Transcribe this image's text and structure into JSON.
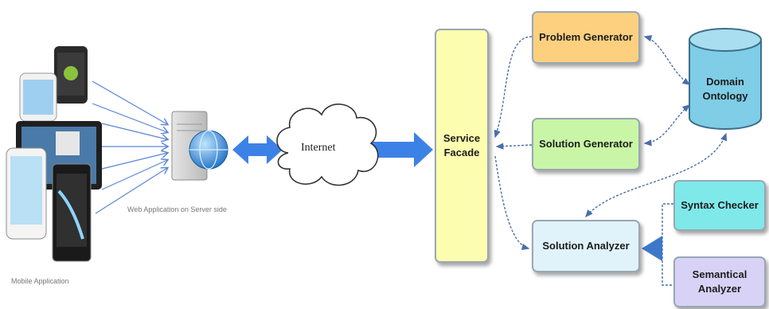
{
  "nodes": {
    "service_facade": "Service\nFacade",
    "problem_generator": "Problem Generator",
    "solution_generator": "Solution Generator",
    "solution_analyzer": "Solution Analyzer",
    "domain_ontology": "Domain\nOntology",
    "syntax_checker": "Syntax Checker",
    "semantical_analyzer": "Semantical\nAnalyzer",
    "internet": "Internet"
  },
  "captions": {
    "server": "Web Application on Server side",
    "devices": "Mobile Application"
  },
  "colors": {
    "facade": "#fdfdb0",
    "problem": "#fdd07f",
    "solution_gen": "#c8f6a6",
    "analyzer": "#e0f3fb",
    "ontology": "#7fcde6",
    "syntax": "#7fe9ea",
    "semantical": "#d8d3f6",
    "big_arrow": "#3c82e6",
    "dashed": "#4a6fa8"
  }
}
